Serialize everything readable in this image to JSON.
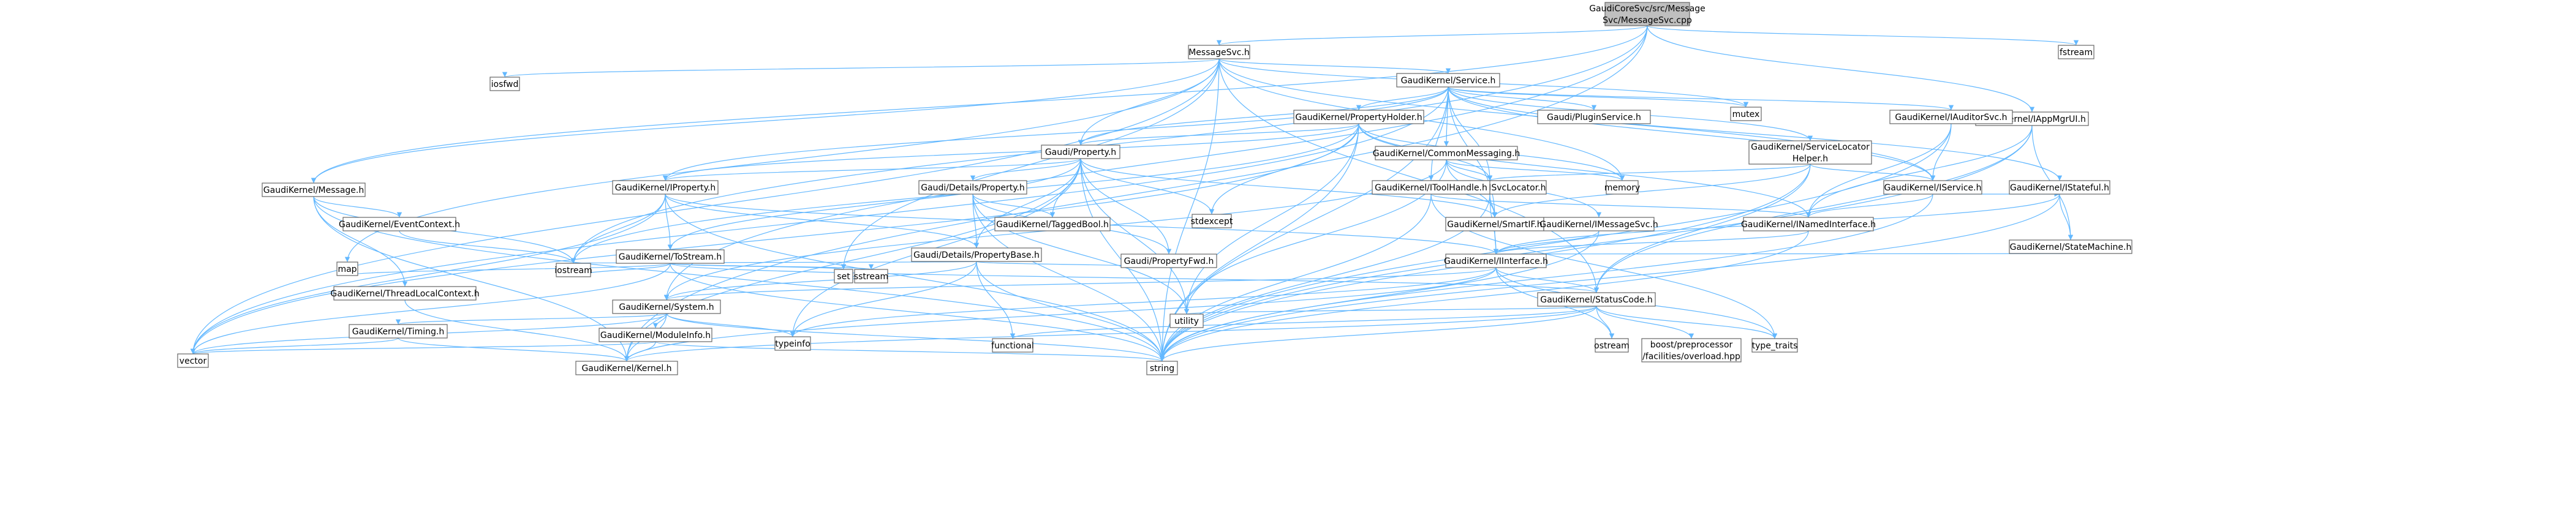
{
  "window": {
    "title": "GaudiCoreSvc/src/MessageSvc/MessageSvc.cpp include dependency graph"
  },
  "colors": {
    "root_fill": "#bfbfbf",
    "node_fill": "#ffffff",
    "node_border": "#666666",
    "partial_border": "#ff0000",
    "edge": "#63b8ff",
    "text": "#000000",
    "partial_text": "#ff0000"
  },
  "nodes": {
    "root": {
      "label": [
        "GaudiCoreSvc/src/Message",
        "Svc/MessageSvc.cpp"
      ]
    },
    "messagesvc_h": {
      "label": [
        "MessageSvc.h"
      ]
    },
    "fstream": {
      "label": [
        "fstream"
      ]
    },
    "service_h": {
      "label": [
        "GaudiKernel/Service.h"
      ]
    },
    "iappmgrui_h": {
      "label": [
        "GaudiKernel/IAppMgrUI.h"
      ]
    },
    "iosfwd": {
      "label": [
        "iosfwd"
      ]
    },
    "mutex": {
      "label": [
        "mutex"
      ]
    },
    "propertyholder_h": {
      "label": [
        "GaudiKernel/PropertyHolder.h"
      ]
    },
    "pluginservice_h": {
      "label": [
        "Gaudi/PluginService.h"
      ]
    },
    "servicelocatorhelper_h": {
      "label": [
        "GaudiKernel/ServiceLocator",
        "Helper.h"
      ]
    },
    "iauditorsvc_h": {
      "label": [
        "GaudiKernel/IAuditorSvc.h"
      ]
    },
    "message_h": {
      "label": [
        "GaudiKernel/Message.h"
      ]
    },
    "property_h": {
      "label": [
        "Gaudi/Property.h"
      ]
    },
    "commonmessaging_h": {
      "label": [
        "GaudiKernel/CommonMessaging.h"
      ]
    },
    "memory": {
      "label": [
        "memory"
      ]
    },
    "iservice_h": {
      "label": [
        "GaudiKernel/IService.h"
      ]
    },
    "istateful_h": {
      "label": [
        "GaudiKernel/IStateful.h"
      ]
    },
    "iproperty_h": {
      "label": [
        "GaudiKernel/IProperty.h"
      ]
    },
    "details_property_h": {
      "label": [
        "Gaudi/Details/Property.h"
      ]
    },
    "isvclocator_h": {
      "label": [
        "GaudiKernel/ISvcLocator.h"
      ]
    },
    "itoolhandle_h": {
      "label": [
        "GaudiKernel/IToolHandle.h"
      ]
    },
    "eventcontext_h": {
      "label": [
        "GaudiKernel/EventContext.h"
      ]
    },
    "taggedbool_h": {
      "label": [
        "GaudiKernel/TaggedBool.h"
      ]
    },
    "stdexcept": {
      "label": [
        "stdexcept"
      ]
    },
    "smartif_h": {
      "label": [
        "GaudiKernel/SmartIF.h"
      ]
    },
    "imessagesvc_h": {
      "label": [
        "GaudiKernel/IMessageSvc.h"
      ]
    },
    "inamedinterface_h": {
      "label": [
        "GaudiKernel/INamedInterface.h"
      ]
    },
    "statemachine_h": {
      "label": [
        "GaudiKernel/StateMachine.h"
      ]
    },
    "tostream_h": {
      "label": [
        "GaudiKernel/ToStream.h"
      ]
    },
    "propertybase_h": {
      "label": [
        "Gaudi/Details/PropertyBase.h"
      ]
    },
    "propertyfwd_h": {
      "label": [
        "Gaudi/PropertyFwd.h"
      ]
    },
    "iinterface_h": {
      "label": [
        "GaudiKernel/IInterface.h"
      ]
    },
    "map": {
      "label": [
        "map"
      ]
    },
    "iostream": {
      "label": [
        "iostream"
      ]
    },
    "set": {
      "label": [
        "set"
      ]
    },
    "sstream": {
      "label": [
        "sstream"
      ]
    },
    "threadlocalcontext_h": {
      "label": [
        "GaudiKernel/ThreadLocalContext.h"
      ]
    },
    "system_h": {
      "label": [
        "GaudiKernel/System.h"
      ]
    },
    "statuscode_h": {
      "label": [
        "GaudiKernel/StatusCode.h"
      ]
    },
    "timing_h": {
      "label": [
        "GaudiKernel/Timing.h"
      ]
    },
    "moduleinfo_h": {
      "label": [
        "GaudiKernel/ModuleInfo.h"
      ]
    },
    "typeinfo": {
      "label": [
        "typeinfo"
      ]
    },
    "functional": {
      "label": [
        "functional"
      ]
    },
    "ostream": {
      "label": [
        "ostream"
      ]
    },
    "overload_hpp": {
      "label": [
        "boost/preprocessor",
        "/facilities/overload.hpp"
      ]
    },
    "type_traits": {
      "label": [
        "type_traits"
      ]
    },
    "utility": {
      "label": [
        "utility"
      ]
    },
    "vector": {
      "label": [
        "vector"
      ]
    },
    "kernel_h": {
      "label": [
        "GaudiKernel/Kernel.h"
      ]
    },
    "string": {
      "label": [
        "string"
      ]
    }
  }
}
